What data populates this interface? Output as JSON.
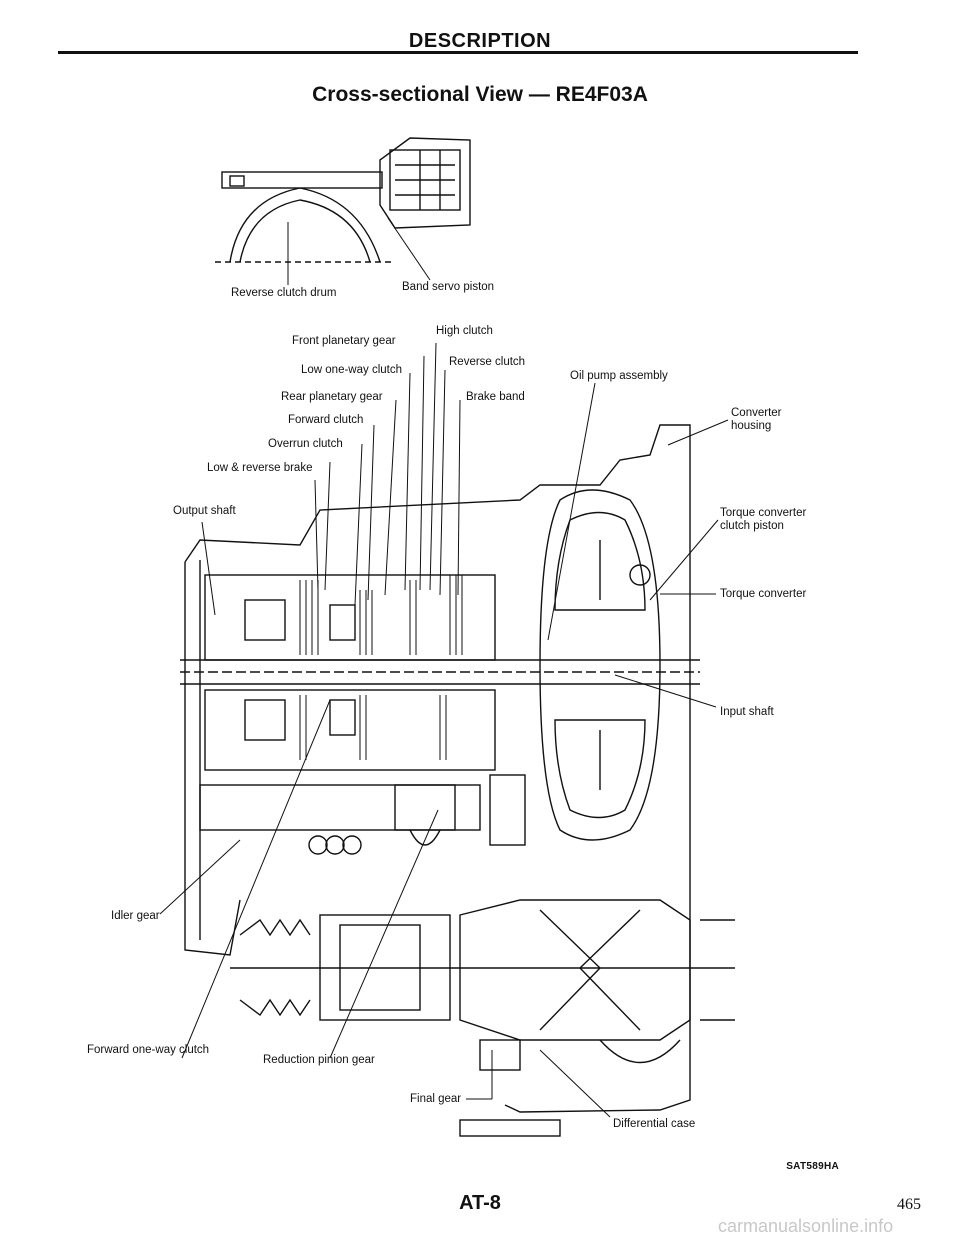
{
  "header": {
    "section_title": "DESCRIPTION",
    "view_title": "Cross-sectional View — RE4F03A"
  },
  "labels": {
    "reverse_clutch_drum": "Reverse clutch drum",
    "band_servo_piston": "Band servo piston",
    "front_planetary_gear": "Front planetary gear",
    "high_clutch": "High clutch",
    "low_one_way_clutch": "Low one-way clutch",
    "reverse_clutch": "Reverse clutch",
    "oil_pump_assembly": "Oil pump assembly",
    "rear_planetary_gear": "Rear planetary gear",
    "brake_band": "Brake band",
    "forward_clutch": "Forward clutch",
    "overrun_clutch": "Overrun clutch",
    "low_reverse_brake": "Low & reverse brake",
    "output_shaft": "Output shaft",
    "converter_housing": "Converter housing",
    "torque_converter_clutch_piston": "Torque converter clutch piston",
    "torque_converter": "Torque converter",
    "input_shaft": "Input shaft",
    "idler_gear": "Idler gear",
    "forward_one_way_clutch": "Forward one-way clutch",
    "reduction_pinion_gear": "Reduction pinion gear",
    "final_gear": "Final gear",
    "differential_case": "Differential case"
  },
  "figure_code": "SAT589HA",
  "footer": {
    "page_code": "AT-8",
    "page_number": "465",
    "watermark": "carmanualsonline.info"
  }
}
